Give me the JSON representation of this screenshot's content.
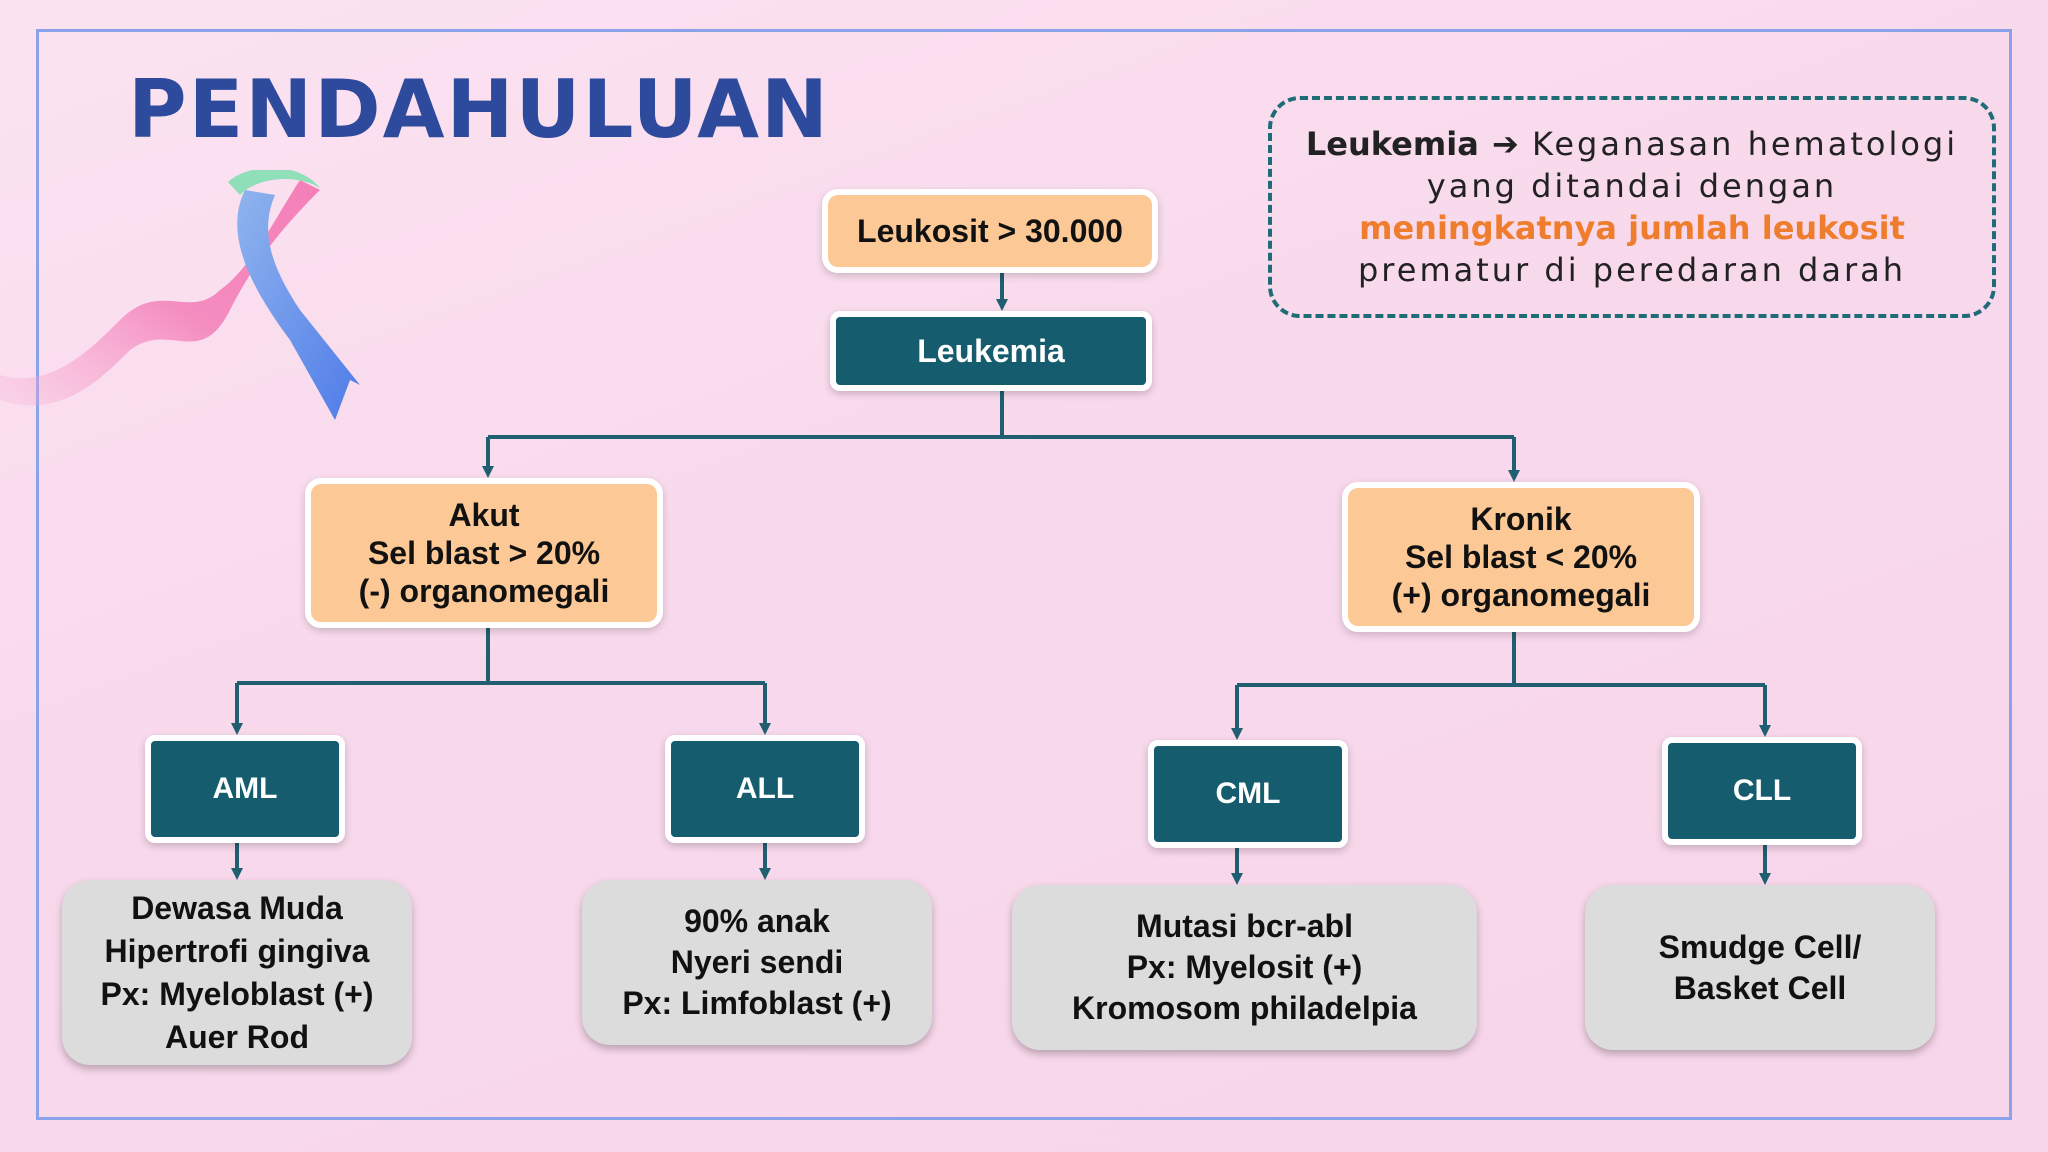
{
  "title": "PENDAHULUAN",
  "definition": {
    "term": "Leukemia",
    "arrow": "➔",
    "text_before": "Keganasan hematologi yang ditandai dengan",
    "highlight": "meningkatnya jumlah leukosit",
    "text_after": "prematur di peredaran darah"
  },
  "nodes": {
    "leukosit": "Leukosit > 30.000",
    "leukemia": "Leukemia",
    "akut": {
      "line1": "Akut",
      "line2": "Sel blast > 20%",
      "line3": "(-) organomegali"
    },
    "kronik": {
      "line1": "Kronik",
      "line2": "Sel blast < 20%",
      "line3": "(+) organomegali"
    },
    "aml": "AML",
    "all": "ALL",
    "cml": "CML",
    "cll": "CLL"
  },
  "details": {
    "aml": [
      "Dewasa Muda",
      "Hipertrofi gingiva",
      "Px: Myeloblast (+)",
      "Auer Rod"
    ],
    "all": [
      "90% anak",
      "Nyeri sendi",
      "Px: Limfoblast (+)"
    ],
    "cml": [
      "Mutasi bcr-abl",
      "Px: Myelosit (+)",
      "Kromosom philadelpia"
    ],
    "cll": [
      "Smudge Cell/",
      "Basket Cell"
    ]
  },
  "colors": {
    "title": "#2e4a9c",
    "teal": "#155d6e",
    "peach": "#fcc996",
    "highlight": "#ef7d2e",
    "frame": "#8aa2ea"
  }
}
